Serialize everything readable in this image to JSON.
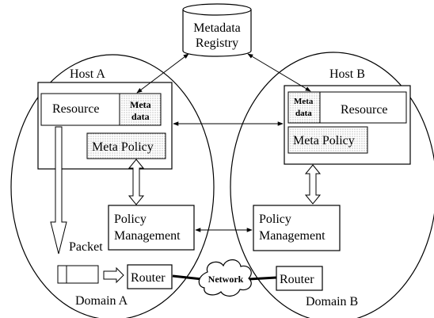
{
  "registry": {
    "line1": "Metadata",
    "line2": "Registry"
  },
  "hostA": {
    "label": "Host A",
    "resource": "Resource",
    "meta_line1": "Meta",
    "meta_line2": "data",
    "meta_policy": "Meta Policy"
  },
  "hostB": {
    "label": "Host B",
    "resource": "Resource",
    "meta_line1": "Meta",
    "meta_line2": "data",
    "meta_policy": "Meta Policy"
  },
  "policyA": {
    "line1": "Policy",
    "line2": "Management"
  },
  "policyB": {
    "line1": "Policy",
    "line2": "Management"
  },
  "packet": "Packet",
  "routerA": "Router",
  "routerB": "Router",
  "network": "Network",
  "domainA": "Domain A",
  "domainB": "Domain B"
}
